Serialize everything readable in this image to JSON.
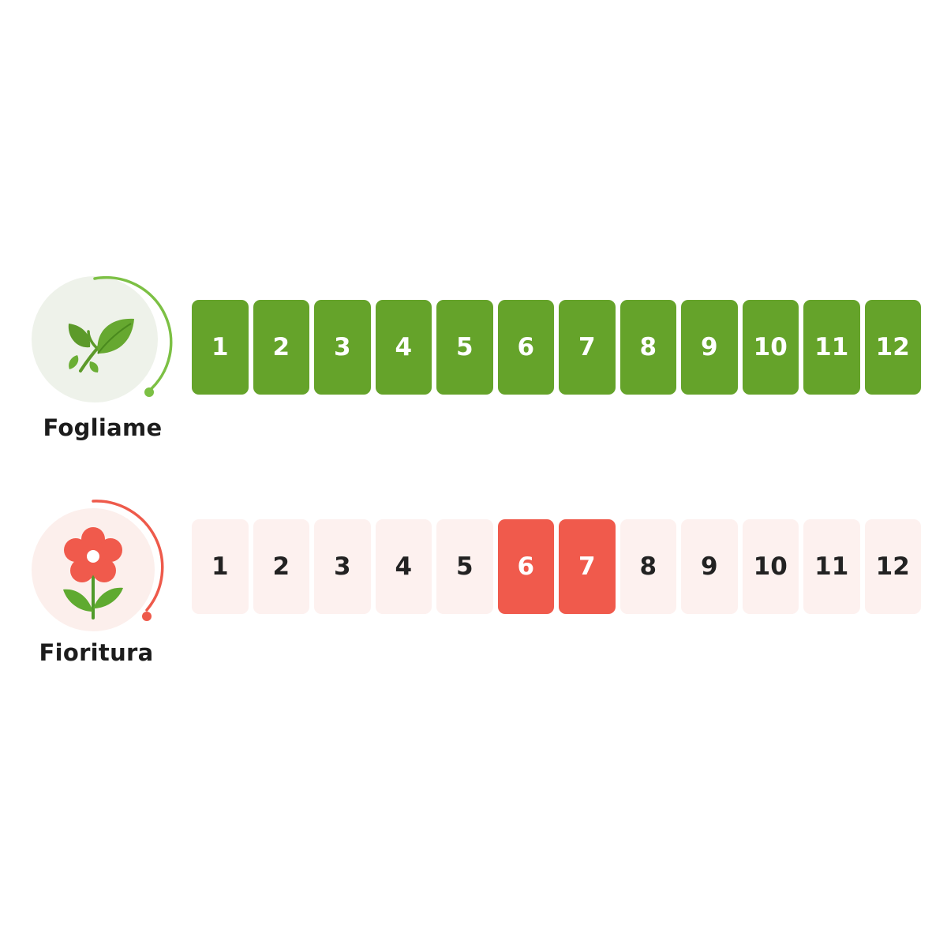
{
  "colors": {
    "foliage_active": "#65a32a",
    "bloom_active": "#f05a4c",
    "bloom_inactive": "#fdf1ef"
  },
  "rows": [
    {
      "label": "Fogliame",
      "icon": "leaf-icon",
      "months": [
        "1",
        "2",
        "3",
        "4",
        "5",
        "6",
        "7",
        "8",
        "9",
        "10",
        "11",
        "12"
      ],
      "active": [
        1,
        2,
        3,
        4,
        5,
        6,
        7,
        8,
        9,
        10,
        11,
        12
      ]
    },
    {
      "label": "Fioritura",
      "icon": "flower-icon",
      "months": [
        "1",
        "2",
        "3",
        "4",
        "5",
        "6",
        "7",
        "8",
        "9",
        "10",
        "11",
        "12"
      ],
      "active": [
        6,
        7
      ]
    }
  ]
}
